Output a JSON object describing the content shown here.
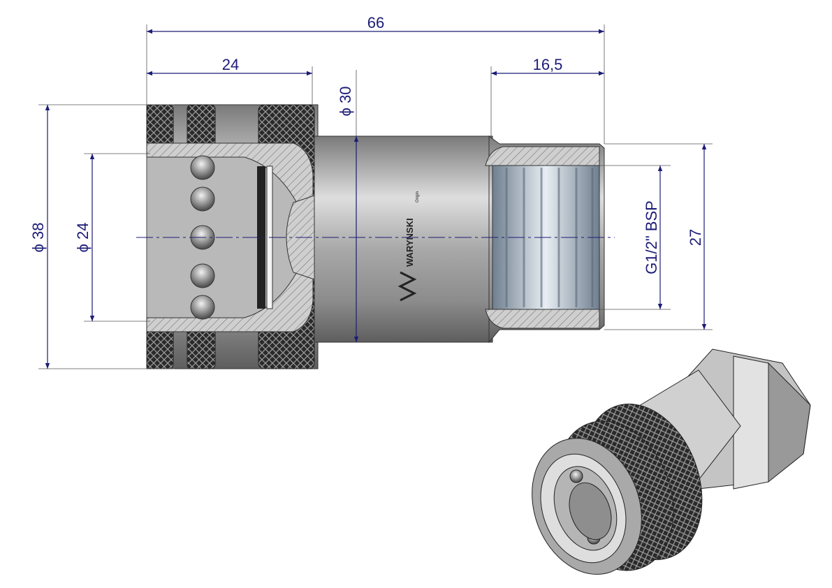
{
  "dimensions": {
    "overall_length": "66",
    "sleeve_length": "24",
    "thread_length": "16,5",
    "body_diameter": "ϕ 30",
    "outer_diameter": "ϕ 38",
    "bore_diameter": "ϕ 24",
    "thread_spec": "G1/2\" BSP",
    "hex_size": "27"
  },
  "logo": {
    "brand": "WARYNSKI",
    "sub": "Origin"
  },
  "colors": {
    "dimension": "#1c1c78",
    "metal": "#b8b8b8",
    "hatch": "#777777"
  }
}
